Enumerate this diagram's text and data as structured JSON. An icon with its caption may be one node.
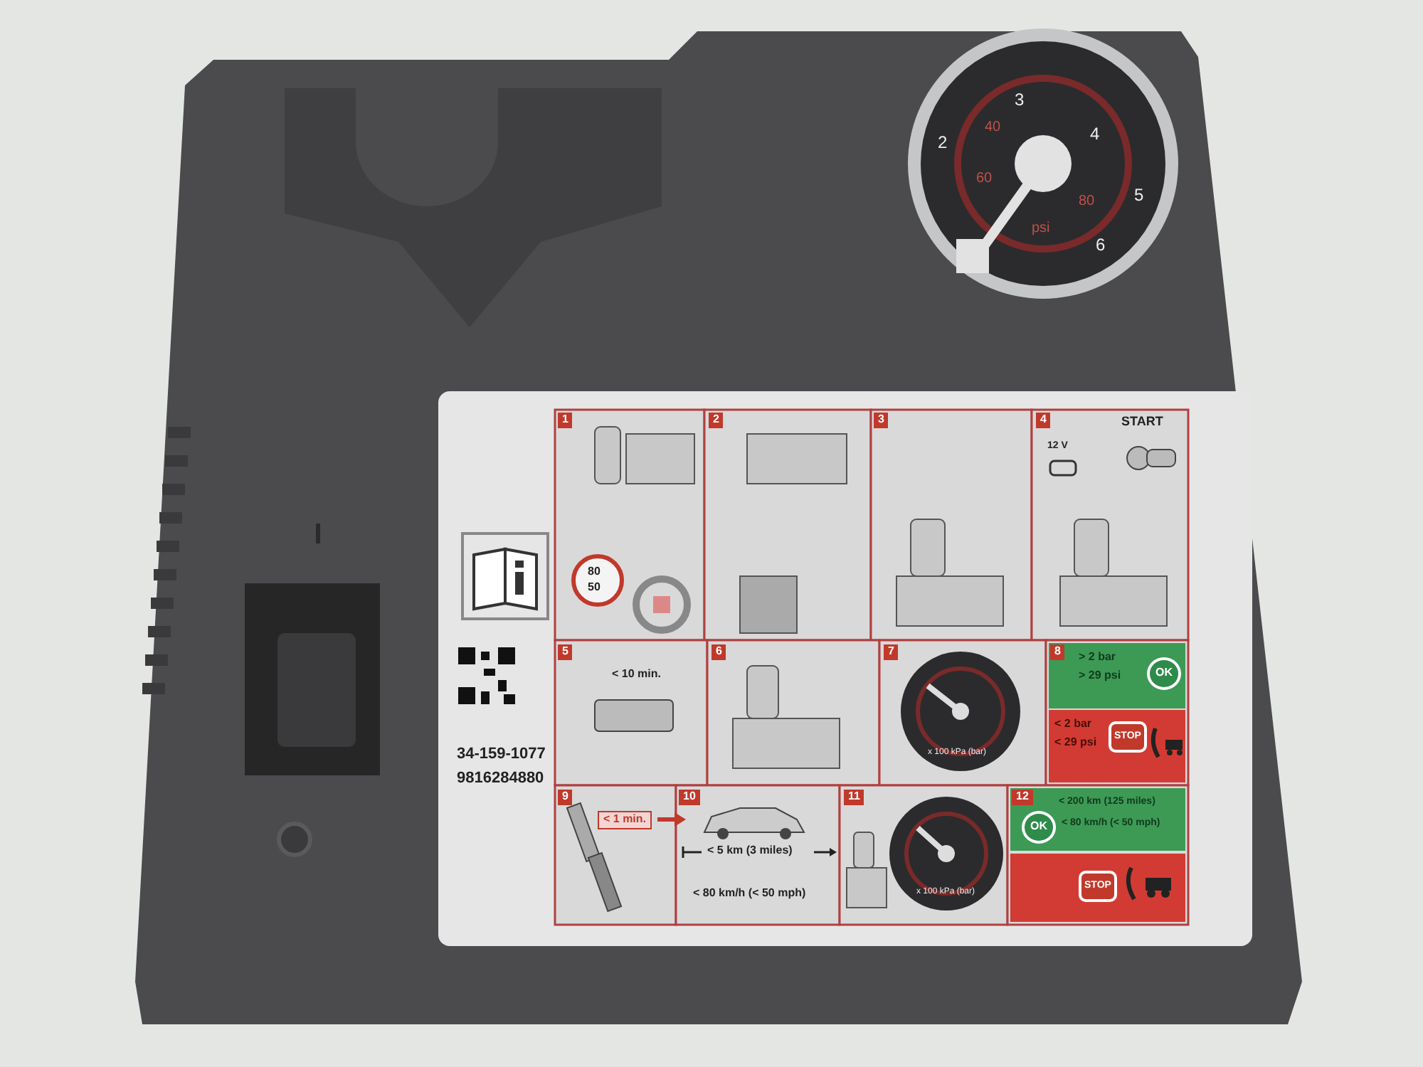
{
  "diagram": {
    "labels": [
      "2",
      "3",
      "4",
      "5",
      "6",
      "40",
      "60",
      "80",
      "psi",
      "1",
      "80",
      "50",
      "2",
      "3",
      "4",
      "12 V",
      "START",
      "5",
      "< 10 min.",
      "6",
      "7",
      "x 100 kPa (bar)",
      "8",
      "> 2 bar",
      "> 29 psi",
      "OK",
      "< 2 bar",
      "< 29 psi",
      "STOP",
      "34-159-1077",
      "9816284880",
      "9",
      "< 1 min.",
      "10",
      "< 5 km (3 miles)",
      "< 80 km/h (< 50 mph)",
      "11",
      "x 100 kPa (bar)",
      "12",
      "OK",
      "< 200 km (125 miles)",
      "< 80 km/h (< 50 mph)",
      "STOP"
    ]
  }
}
